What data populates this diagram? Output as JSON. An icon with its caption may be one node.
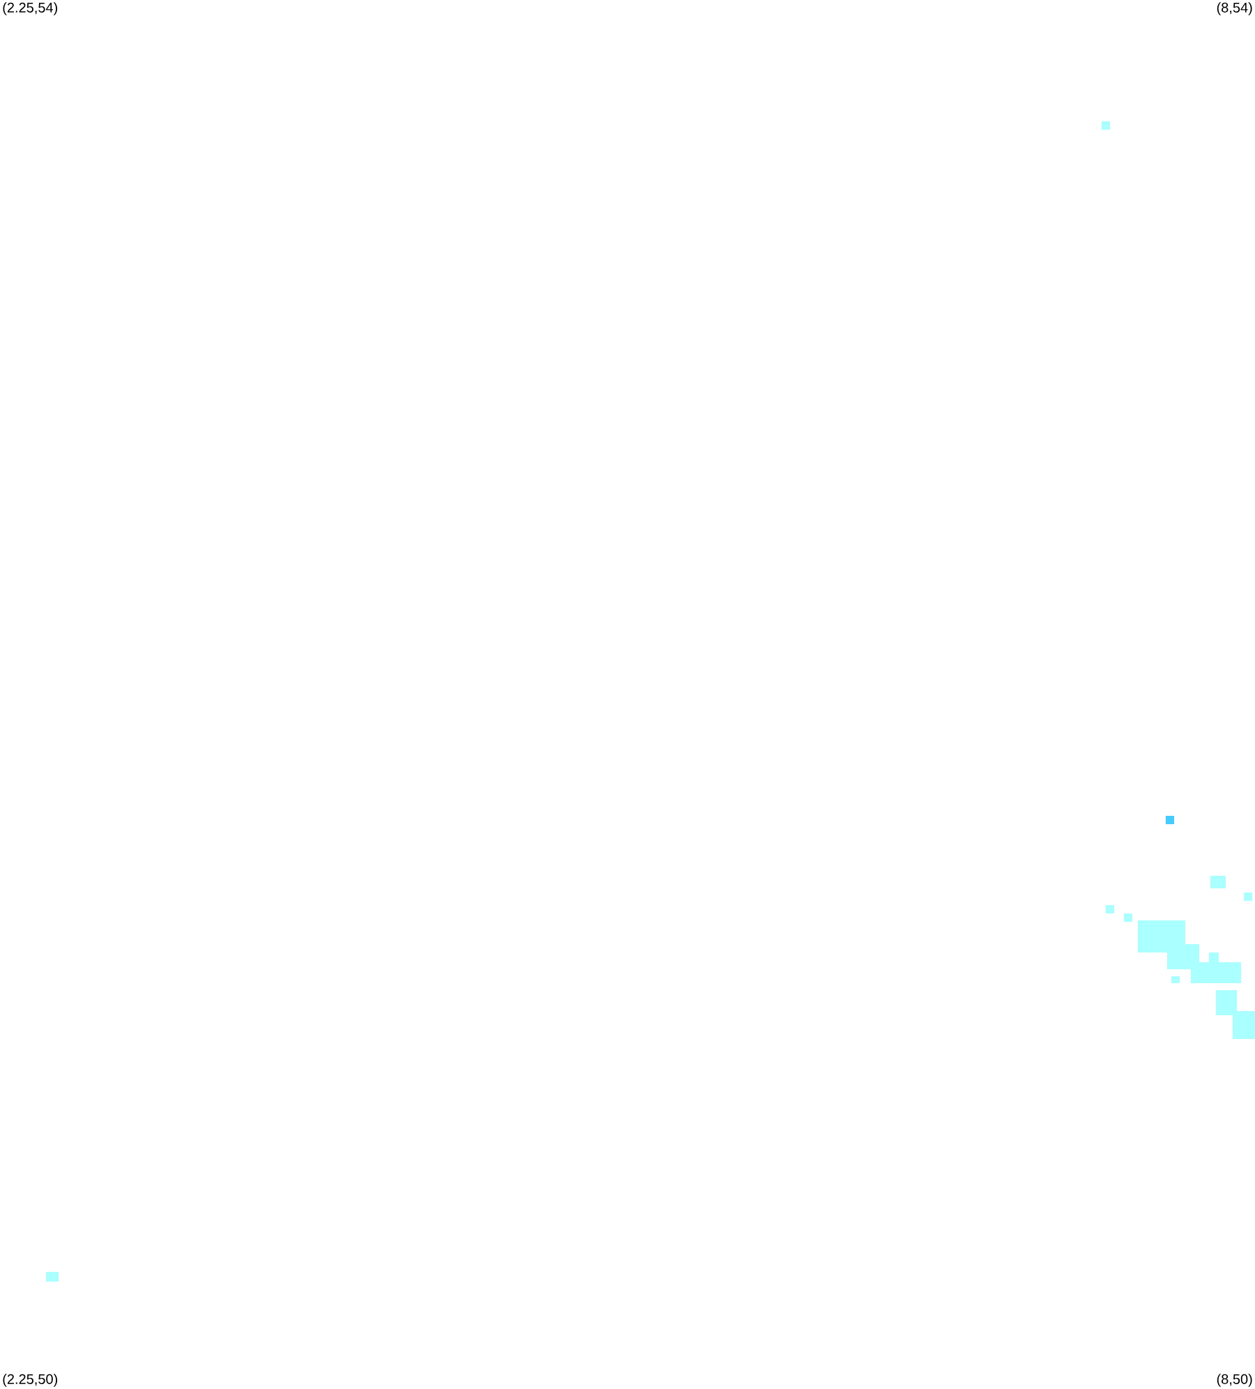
{
  "diagram": {
    "labels": [
      "(2.25,54)",
      "(8,54)",
      "(2.25,50)",
      "(8,50)"
    ]
  }
}
